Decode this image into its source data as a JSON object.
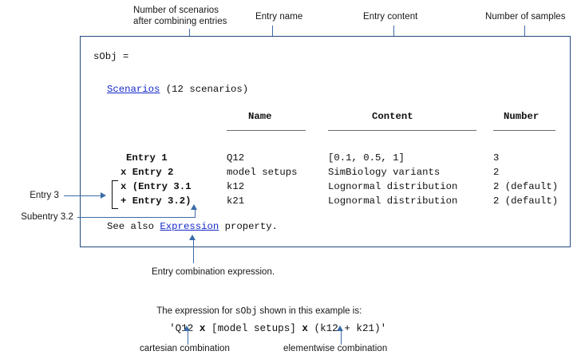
{
  "annotations": {
    "top": [
      {
        "id": "scenarios-count",
        "text": "Number of scenarios\nafter combining entries"
      },
      {
        "id": "entry-name",
        "text": "Entry name"
      },
      {
        "id": "entry-content",
        "text": "Entry content"
      },
      {
        "id": "number-of-samples",
        "text": "Number of samples"
      }
    ],
    "left": [
      {
        "id": "entry-3",
        "text": "Entry 3"
      },
      {
        "id": "subentry-3-2",
        "text": "Subentry 3.2"
      }
    ],
    "bottom": [
      {
        "id": "expression-note",
        "text": "Entry combination expression."
      },
      {
        "id": "cartesian",
        "text": "cartesian combination"
      },
      {
        "id": "elementwise",
        "text": "elementwise combination"
      }
    ]
  },
  "console": {
    "prompt_line": "sObj =",
    "scenarios_link": "Scenarios",
    "scenarios_suffix": " (12 scenarios)",
    "headers": {
      "name": "Name",
      "content": "Content",
      "number": "Number"
    },
    "rows": [
      {
        "label": "Entry 1",
        "name": "Q12",
        "content": "[0.1, 0.5, 1]",
        "number": "3"
      },
      {
        "label": "x Entry 2",
        "name": "model setups",
        "content": "SimBiology variants",
        "number": "2"
      },
      {
        "label": "x (Entry 3.1",
        "name": "k12",
        "content": "Lognormal distribution",
        "number": "2 (default)"
      },
      {
        "label": "+ Entry 3.2)",
        "name": "k21",
        "content": "Lognormal distribution",
        "number": "2 (default)"
      }
    ],
    "see_also_prefix": "See also ",
    "see_also_link": "Expression",
    "see_also_suffix": " property."
  },
  "explanation": {
    "line1_a": "The expression for ",
    "line1_mono": "sObj",
    "line1_b": " shown in this example is:",
    "expression_pre": "'Q12 ",
    "expression_op1": "x",
    "expression_mid": " [model setups] ",
    "expression_op2": "x",
    "expression_post": " (k12 + k21)'"
  },
  "colors": {
    "box_border": "#234a7d",
    "leader": "#3c6ca8",
    "link": "#1428c8",
    "text": "#161616",
    "rule": "#6b6b6b"
  }
}
